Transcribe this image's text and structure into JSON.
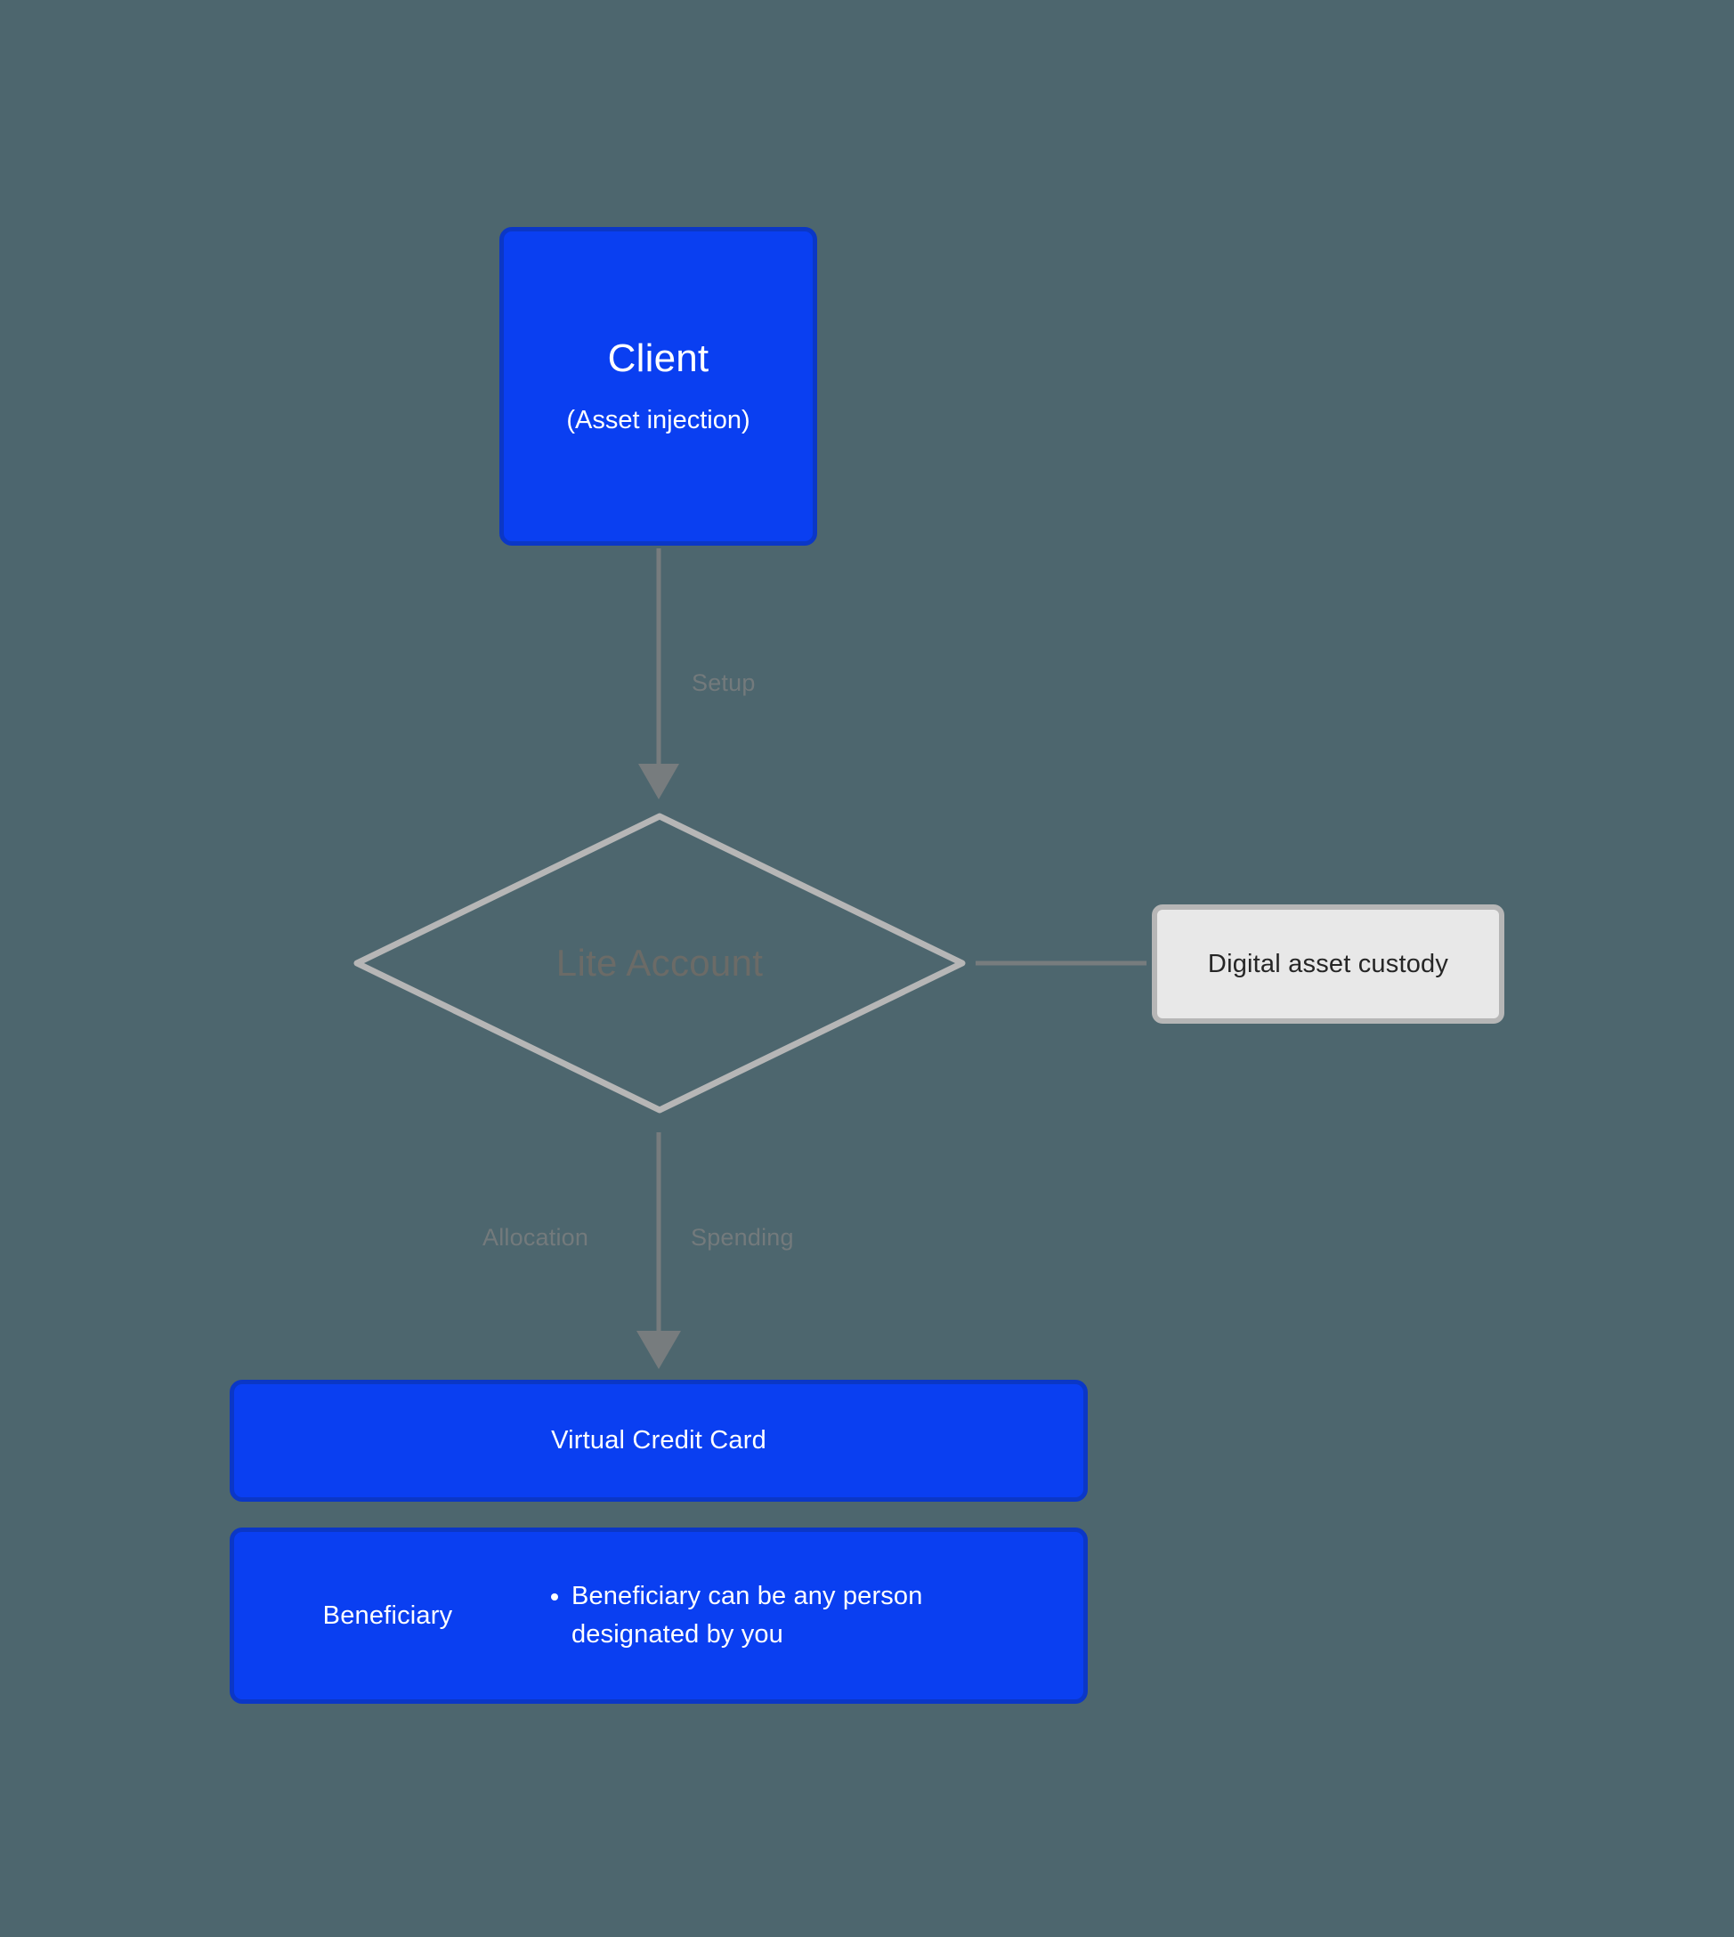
{
  "diagram": {
    "background_color": "#4d666e",
    "type": "flowchart",
    "orientation": "top-to-bottom",
    "nodes": [
      {
        "id": "client",
        "shape": "rounded-rect",
        "title": "Client",
        "subtitle": "(Asset injection)",
        "fill": "#0a3ff1",
        "border": "#0b37c6",
        "text_color": "#ffffff"
      },
      {
        "id": "lite-account",
        "shape": "diamond",
        "label": "Lite Account",
        "fill": "transparent",
        "border": "#b6b6b6",
        "text_color": "#6b6b67"
      },
      {
        "id": "custody",
        "shape": "rounded-rect",
        "label": "Digital asset custody",
        "fill": "#e8e8e8",
        "border": "#b6b6b6",
        "text_color": "#262626"
      },
      {
        "id": "virtual-credit-card",
        "shape": "rounded-rect",
        "label": "Virtual Credit Card",
        "fill": "#0a3ff1",
        "border": "#0b37c6",
        "text_color": "#ffffff"
      },
      {
        "id": "beneficiary",
        "shape": "rounded-rect",
        "label": "Beneficiary",
        "bullets": [
          "Beneficiary can be any person designated by you"
        ],
        "fill": "#0a3ff1",
        "border": "#0b37c6",
        "text_color": "#ffffff"
      }
    ],
    "edges": [
      {
        "id": "client-to-lite-account",
        "from": "client",
        "to": "lite-account",
        "label": "Setup",
        "arrow": true,
        "color": "#777c7e"
      },
      {
        "id": "lite-account-to-custody",
        "from": "lite-account",
        "to": "custody",
        "label": "",
        "arrow": false,
        "color": "#777c7e"
      },
      {
        "id": "lite-account-to-virtual-credit-card-allocation",
        "from": "lite-account",
        "to": "virtual-credit-card",
        "label": "Allocation",
        "arrow": true,
        "color": "#777c7e"
      },
      {
        "id": "lite-account-to-virtual-credit-card-spending",
        "from": "lite-account",
        "to": "virtual-credit-card",
        "label": "Spending",
        "arrow": true,
        "color": "#777c7e"
      }
    ]
  },
  "labels": {
    "client_title": "Client",
    "client_subtitle": "(Asset injection)",
    "lite_account": "Lite Account",
    "custody": "Digital asset custody",
    "virtual_credit_card": "Virtual Credit Card",
    "beneficiary": "Beneficiary",
    "beneficiary_bullet_1": "Beneficiary can be any person designated by you",
    "edge_setup": "Setup",
    "edge_allocation": "Allocation",
    "edge_spending": "Spending"
  }
}
